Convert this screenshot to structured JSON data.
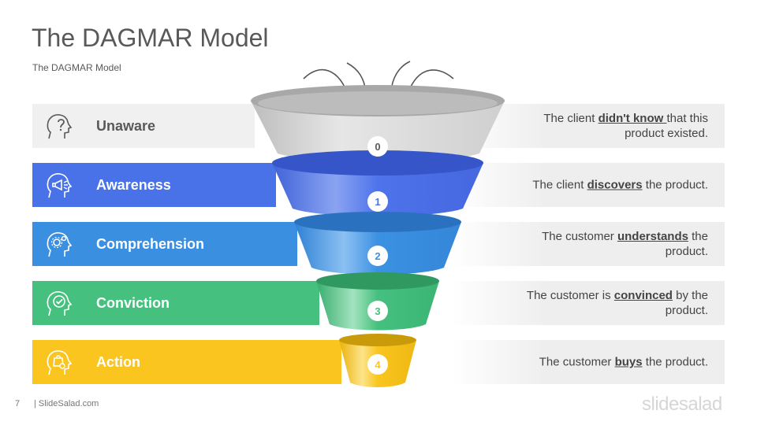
{
  "title": "The DAGMAR Model",
  "subtitle": "The DAGMAR Model",
  "stages": [
    {
      "name": "Unaware",
      "number": "0",
      "icon": "head-question-icon",
      "color": "#f0f0f0",
      "text_color": "#595959",
      "desc": {
        "before": "The client ",
        "em": "didn't know ",
        "after": "that this product existed."
      }
    },
    {
      "name": "Awareness",
      "number": "1",
      "icon": "head-megaphone-icon",
      "color": "#4a72e8",
      "text_color": "#ffffff",
      "desc": {
        "before": "The client ",
        "em": "discovers",
        "after": " the product."
      }
    },
    {
      "name": "Comprehension",
      "number": "2",
      "icon": "head-gears-icon",
      "color": "#3a8fe0",
      "text_color": "#ffffff",
      "desc": {
        "before": "The customer ",
        "em": "understands",
        "after": " the product."
      }
    },
    {
      "name": "Conviction",
      "number": "3",
      "icon": "head-check-icon",
      "color": "#45c07e",
      "text_color": "#ffffff",
      "desc": {
        "before": "The customer is ",
        "em": "convinced",
        "after": "  by the product."
      }
    },
    {
      "name": "Action",
      "number": "4",
      "icon": "head-bag-icon",
      "color": "#f9c51e",
      "text_color": "#ffffff",
      "desc": {
        "before": "The customer ",
        "em": "buys",
        "after": " the product."
      }
    }
  ],
  "footer": {
    "page_number": "7",
    "source": "| SlideSalad.com",
    "logo": "slidesalad"
  }
}
